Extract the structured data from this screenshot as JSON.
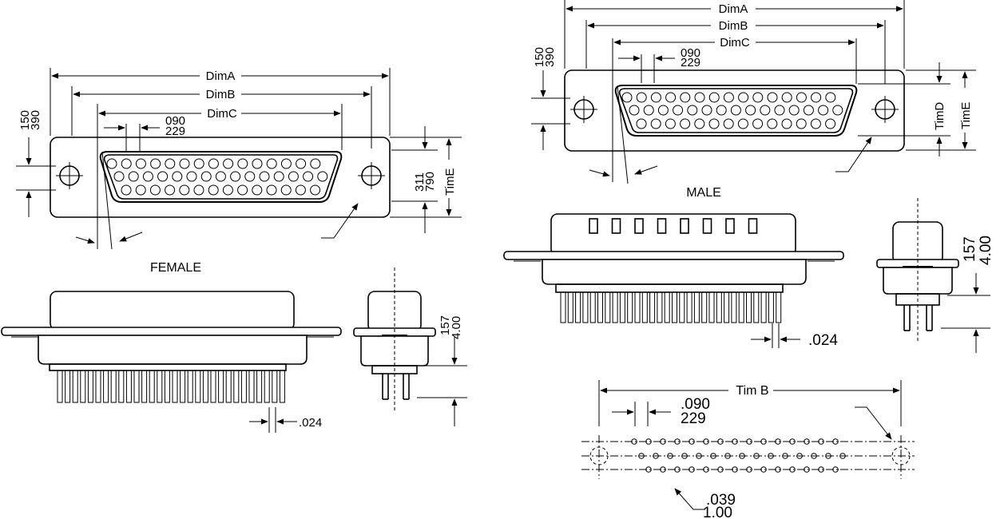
{
  "female": {
    "title": "FEMALE",
    "dim_a": "DimA",
    "dim_b": "DimB",
    "dim_c": "DimC",
    "pitch_top": "090",
    "pitch_bottom": "229",
    "flange_top": "150",
    "flange_bottom": "390",
    "height_top": "311",
    "height_bottom": "790",
    "tim_e": "TimE",
    "side_top": "157",
    "side_bottom": "4.00",
    "pin_thickness": ".024"
  },
  "male": {
    "title": "MALE",
    "dim_a": "DimA",
    "dim_b": "DimB",
    "dim_c": "DimC",
    "pitch_top": "090",
    "pitch_bottom": "229",
    "flange_top": "150",
    "flange_bottom": "390",
    "tim_d": "TimD",
    "tim_e": "TimE",
    "side_top": "157",
    "side_bottom": "4.00",
    "pin_thickness": ".024"
  },
  "pcb_layout": {
    "tim_b": "Tim B",
    "pitch_top": ".090",
    "pitch_bottom": "229",
    "hole_top": ".039",
    "hole_bottom": "1.00"
  }
}
